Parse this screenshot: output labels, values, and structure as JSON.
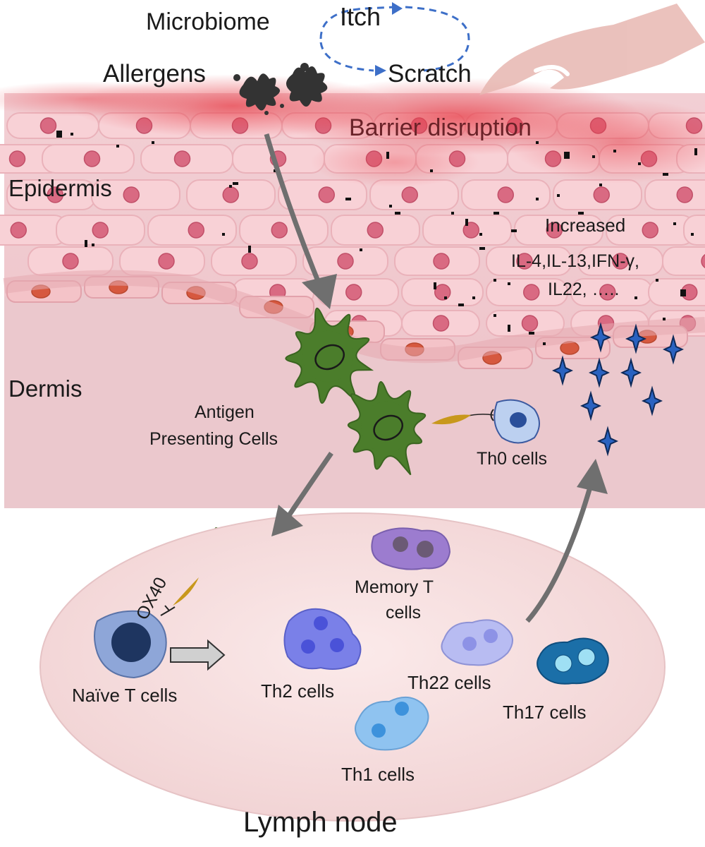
{
  "labels": {
    "microbiome": "Microbiome",
    "itch": "Itch",
    "allergens": "Allergens",
    "scratch": "Scratch",
    "barrier_disruption": "Barrier disruption",
    "epidermis": "Epidermis",
    "dermis": "Dermis",
    "increased": "Increased",
    "cytokines_line1": "IL-4,IL-13,IFN-γ,",
    "cytokines_line2": "IL22, …..",
    "apc_line1": "Antigen",
    "apc_line2": "Presenting Cells",
    "th0": "Th0 cells",
    "memory_line1": "Memory T",
    "memory_line2": "cells",
    "ox40": "OX40",
    "naive": "Naïve T cells",
    "th2": "Th2 cells",
    "th22": "Th22 cells",
    "th17": "Th17 cells",
    "th1": "Th1 cells",
    "lymph_node": "Lymph node"
  },
  "colors": {
    "skin_top": "#f4d4d8",
    "dermis": "#ebc9ce",
    "cell_fill": "#f7c9cf",
    "nucleus": "#d96a82",
    "apc": "#4b7d2b",
    "lymph_node": "#f4dcdd",
    "arrow_gray": "#6f6f6f",
    "cycle_blue": "#3d6fc8",
    "star": "#1c3e78",
    "naive_t": "#8ea6d8",
    "th2": "#7a80e8",
    "th22": "#b8bcf2",
    "th17": "#1b6fa8",
    "th1": "#8fc3f0",
    "memory": "#9c7ccf"
  },
  "icons": [
    "allergen-splat-icon",
    "hand-icon",
    "star-cytokine-icon",
    "dendritic-cell-icon"
  ]
}
